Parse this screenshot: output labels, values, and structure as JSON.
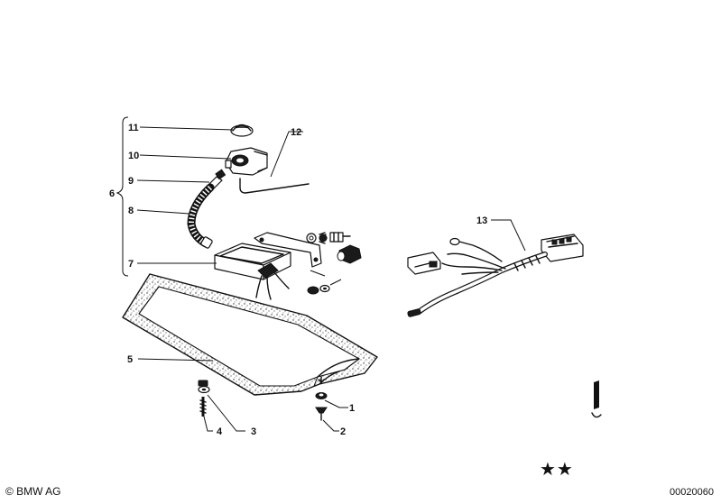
{
  "callouts": {
    "c1": "1",
    "c2": "2",
    "c3": "3",
    "c4": "4",
    "c5": "5",
    "c6": "6",
    "c7": "7",
    "c8": "8",
    "c9": "9",
    "c10": "10",
    "c11": "11",
    "c12": "12",
    "c13": "13"
  },
  "footer": {
    "copyright": "© BMW AG",
    "doc_number": "00020060",
    "stars": "★★"
  }
}
